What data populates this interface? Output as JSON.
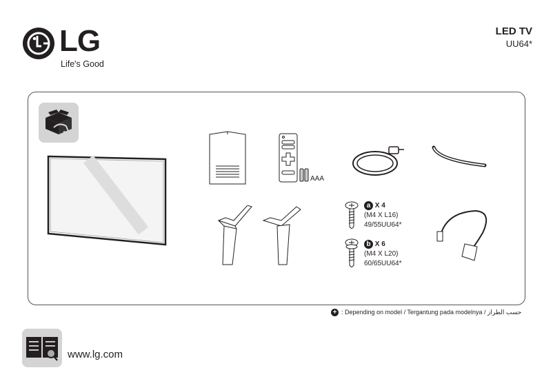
{
  "brand": {
    "logo": "LG",
    "tagline": "Life's Good"
  },
  "header": {
    "title": "LED TV",
    "model": "UU64*"
  },
  "accessories": {
    "batteries_label": "AAA",
    "screw_a": {
      "badge": "a",
      "qty": "X 4",
      "spec": "(M4 X L16)",
      "models": "49/55UU64*"
    },
    "screw_b": {
      "badge": "b",
      "qty": "X 6",
      "spec": "(M4 X L20)",
      "models": "60/65UU64*"
    }
  },
  "footnote": {
    "icon": "plus-circle-icon",
    "text": ": Depending on model / Tergantung pada modelnya / حسب الطراز"
  },
  "footer": {
    "url": "www.lg.com"
  }
}
